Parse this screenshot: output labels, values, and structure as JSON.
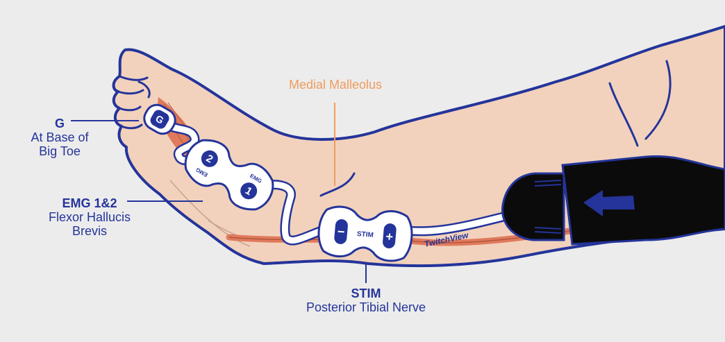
{
  "labels": {
    "g": {
      "title": "G",
      "line1": "At Base of",
      "line2": "Big Toe"
    },
    "emg": {
      "title": "EMG 1&2",
      "line1": "Flexor Hallucis",
      "line2": "Brevis"
    },
    "stim": {
      "title": "STIM",
      "line1": "Posterior Tibial Nerve"
    },
    "malleolus": "Medial Malleolus"
  },
  "electrodes": {
    "ground_letter": "G",
    "emg1_number": "1",
    "emg2_number": "2",
    "emg_text": "EMG",
    "stim_text": "STIM",
    "minus": "−",
    "plus": "+"
  },
  "cable_brand": "TwitchView",
  "colors": {
    "background": "#ececec",
    "skin": "#f2d2bd",
    "outline": "#24349a",
    "muscle": "#e07a5c",
    "label_orange": "#ef9b5e",
    "device": "#0b0b0b"
  }
}
